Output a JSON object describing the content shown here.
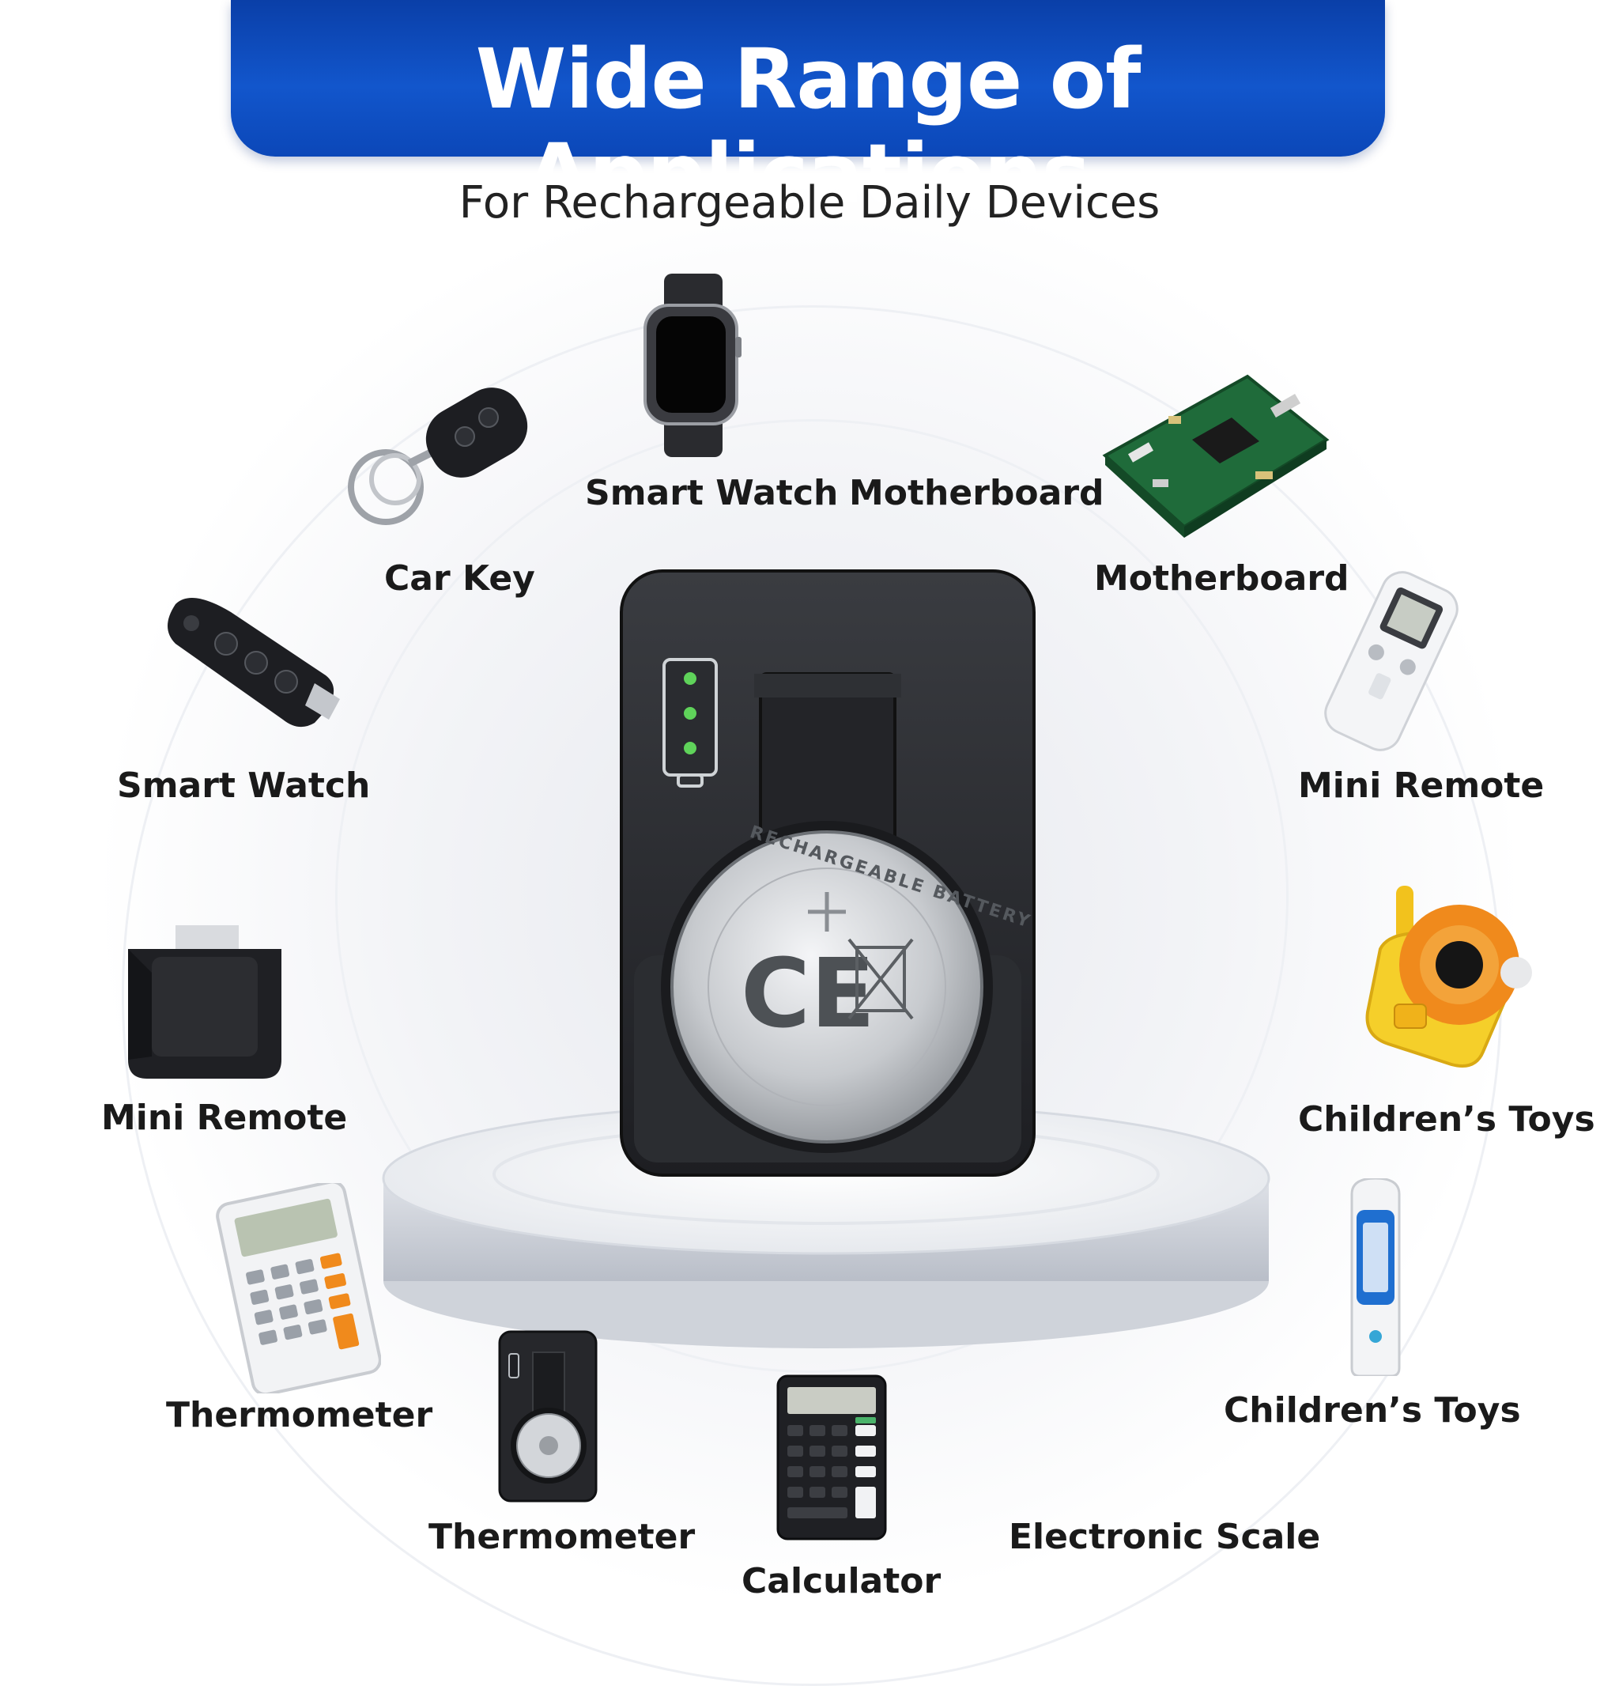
{
  "header": {
    "title": "Wide Range of Applications",
    "subtitle": "For Rechargeable Daily Devices"
  },
  "labels": {
    "smart_watch_top": "Smart Watch",
    "motherboard_top": "Motherboard",
    "car_key": "Car Key",
    "motherboard_right": "Motherboard",
    "smart_watch_left": "Smart Watch",
    "mini_remote_right": "Mini Remote",
    "mini_remote_left": "Mini Remote",
    "childrens_toys_right": "Children’s Toys",
    "thermometer_left": "Thermometer",
    "childrens_toys_lower": "Children’s Toys",
    "thermometer_bottom": "Thermometer",
    "electronic_scale": "Electronic Scale",
    "calculator": "Calculator"
  },
  "charger": {
    "battery_text": "RECHARGEABLE BATTERY",
    "indicator_leds": 3,
    "led_color": "#5fd35a"
  },
  "colors": {
    "banner_blue": "#1256cc",
    "device_black": "#1f2024",
    "text_dark": "#1a1a1a"
  }
}
